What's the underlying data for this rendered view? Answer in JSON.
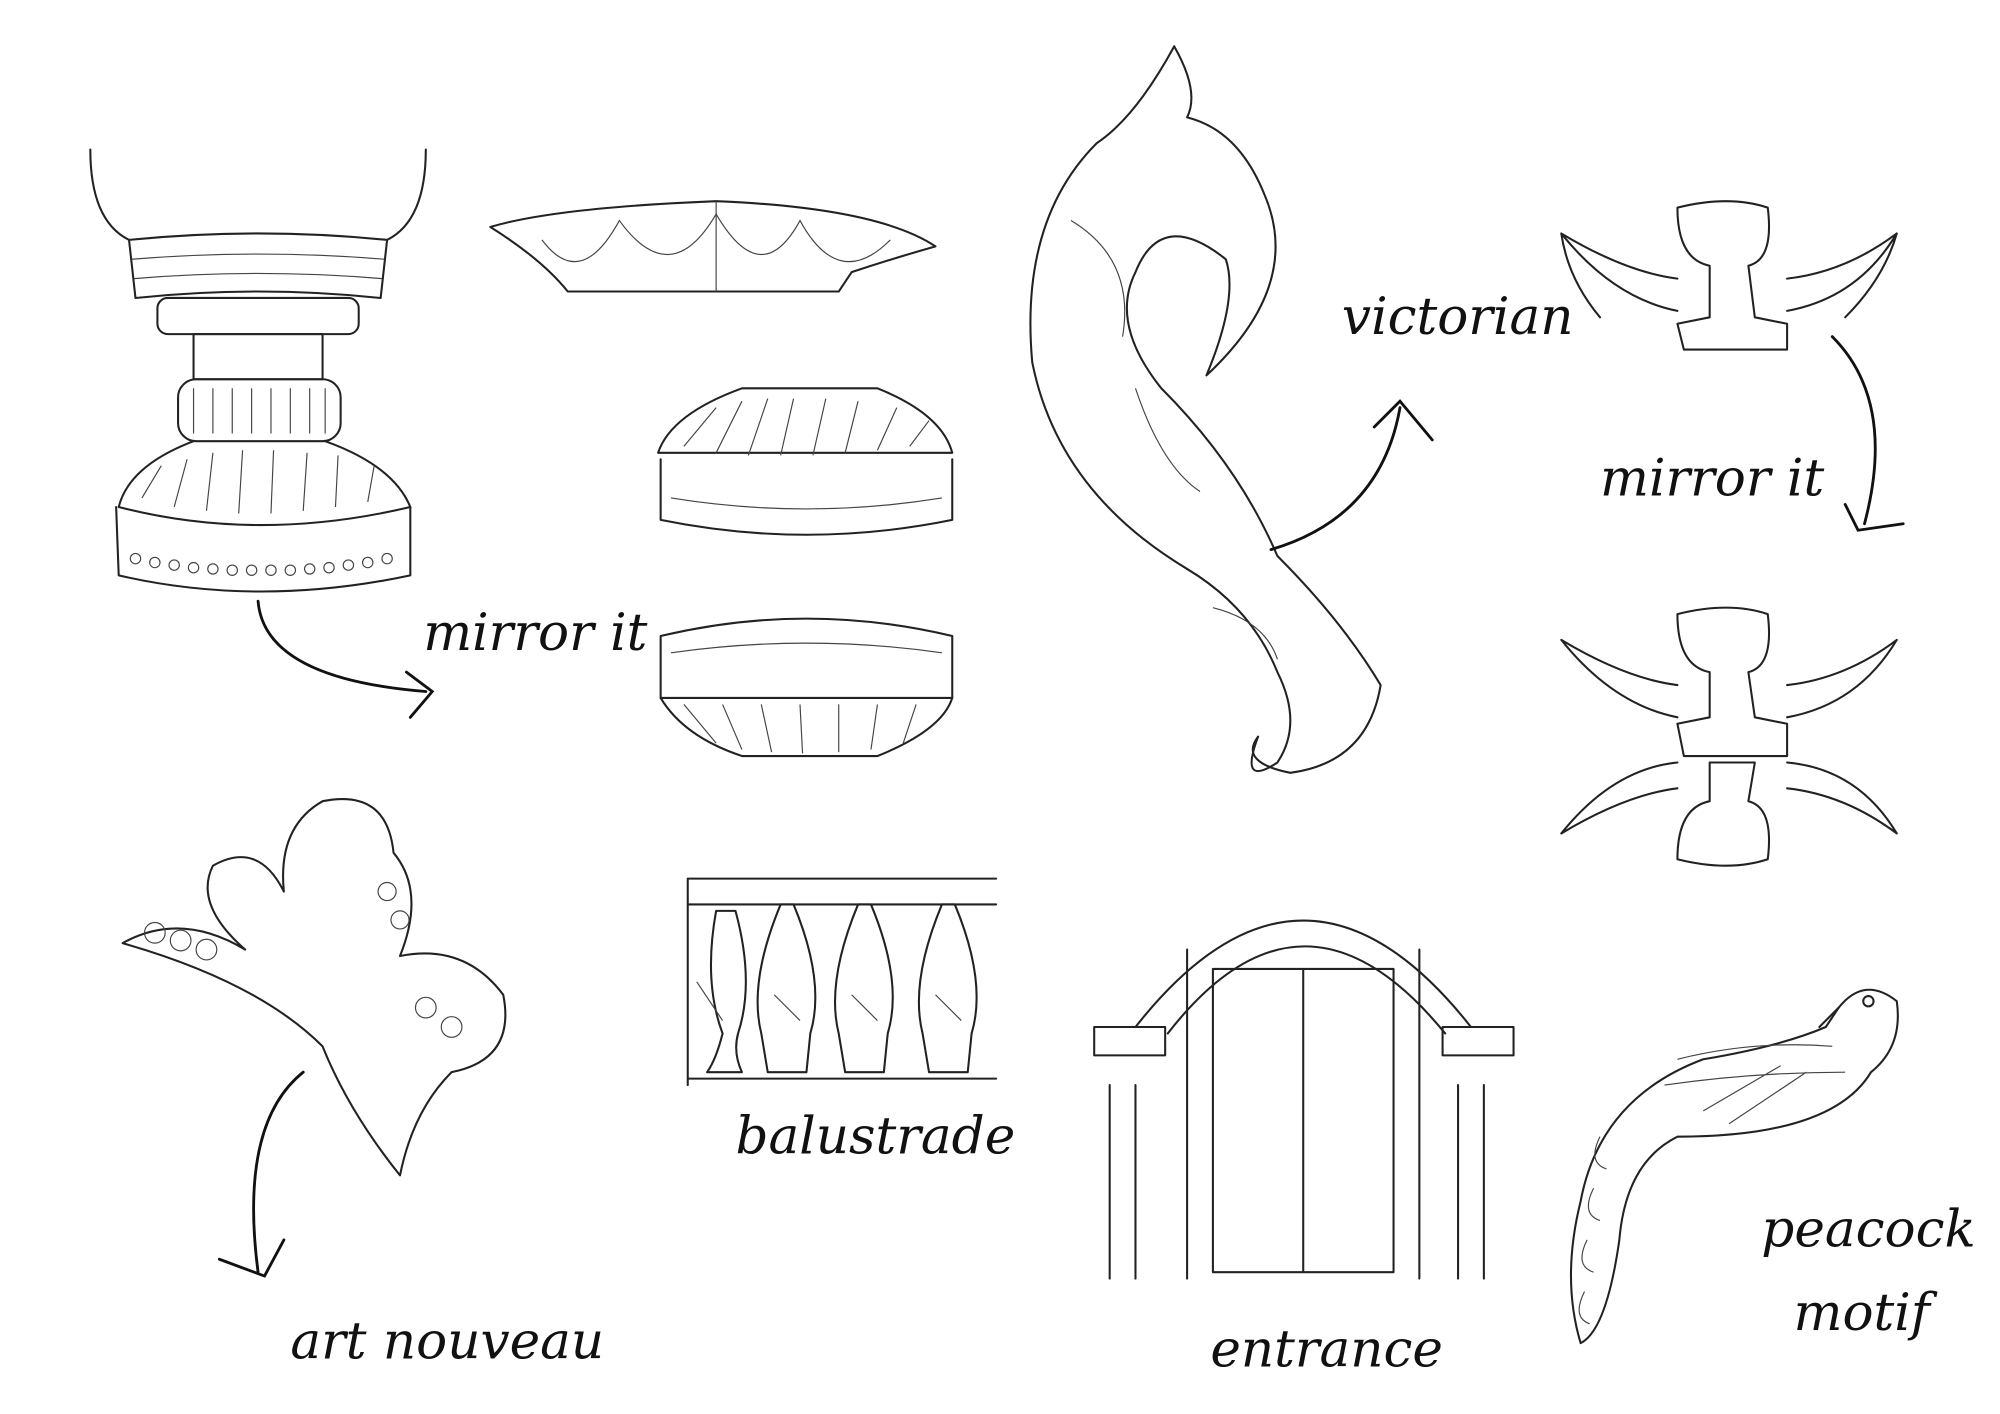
{
  "labels": {
    "mirror_it_1": "mirror it",
    "victorian": "victorian",
    "mirror_it_2": "mirror it",
    "art_nouveau": "art nouveau",
    "balustrade": "balustrade",
    "entrance": "entrance",
    "peacock_line1": "peacock",
    "peacock_line2": "motif"
  },
  "colors": {
    "ink": "#222222",
    "background": "#ffffff"
  }
}
